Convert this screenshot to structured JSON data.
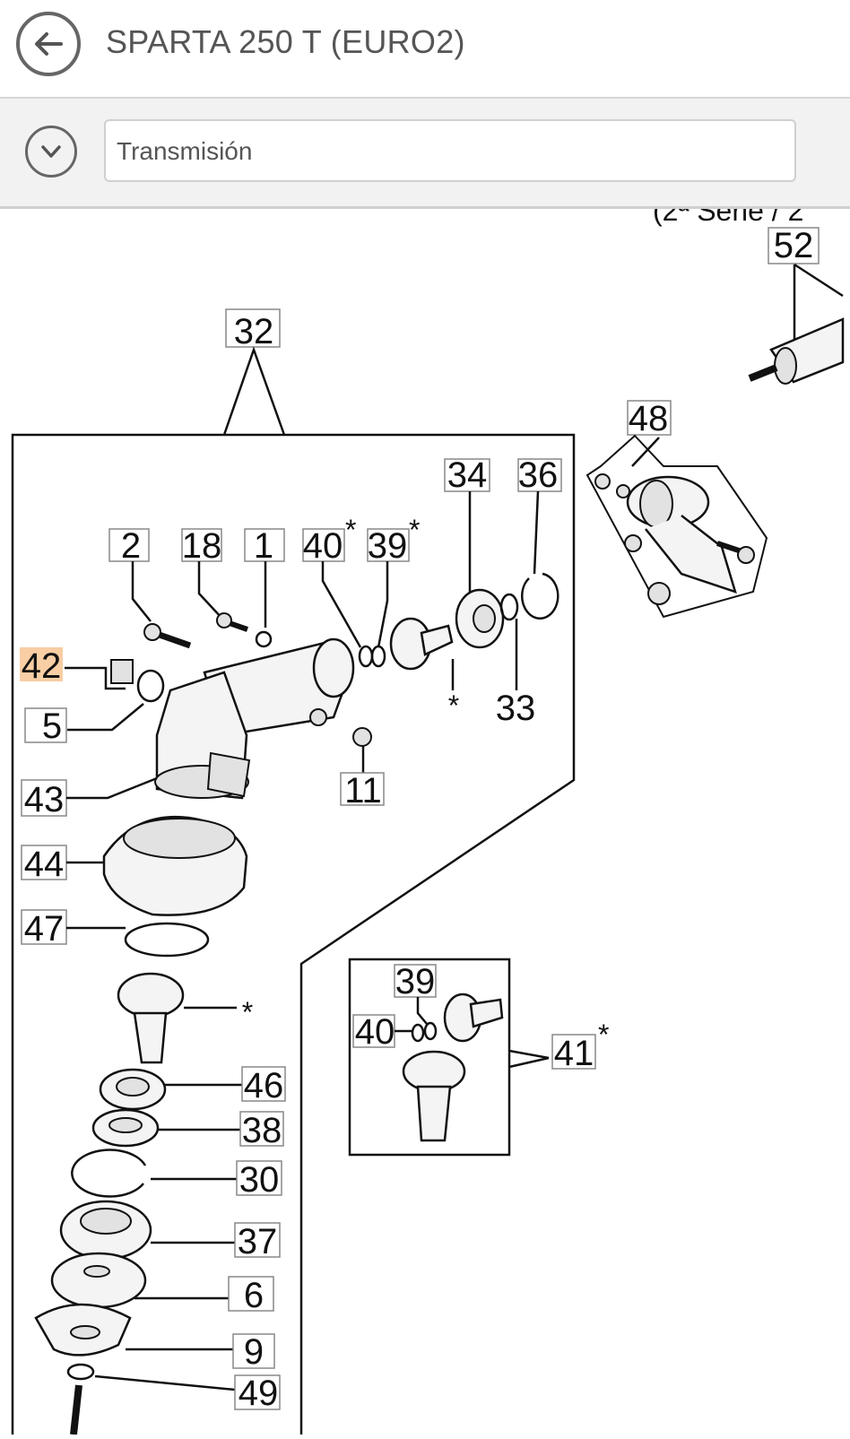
{
  "header": {
    "title": "SPARTA 250 T (EURO2)",
    "back_icon": "back-arrow-icon"
  },
  "section_selector": {
    "value": "Transmisión",
    "toggle_icon": "chevron-down-icon"
  },
  "diagram": {
    "top_note": "(2ª Serie / 2",
    "highlight_color": "#f2a65a",
    "callouts": {
      "c52": "52",
      "c32": "32",
      "c48": "48",
      "c34": "34",
      "c36": "36",
      "c2": "2",
      "c18": "18",
      "c1": "1",
      "c40": "40",
      "c39": "39",
      "c42": "42",
      "c5": "5",
      "c33": "33",
      "c11": "11",
      "c43": "43",
      "c44": "44",
      "c47": "47",
      "c39b": "39",
      "c40b": "40",
      "c41": "41",
      "c46": "46",
      "c38": "38",
      "c30": "30",
      "c37": "37",
      "c6": "6",
      "c9": "9",
      "c49": "49"
    },
    "star": "*"
  }
}
